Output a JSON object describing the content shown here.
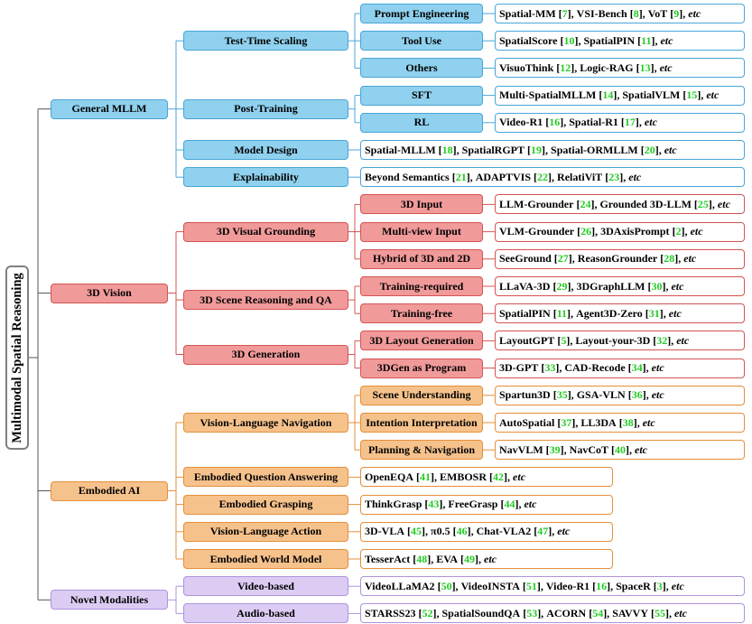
{
  "root": "Multimodal Spatial Reasoning",
  "categories": [
    {
      "id": "mllm",
      "label": "General MLLM",
      "color": "blue",
      "children": [
        {
          "label": "Test-Time Scaling",
          "children": [
            {
              "label": "Prompt Engineering",
              "leaf": [
                "Spatial-MM",
                "7",
                "VSI-Bench",
                "8",
                "VoT",
                "9"
              ]
            },
            {
              "label": "Tool Use",
              "leaf": [
                "SpatialScore",
                "10",
                "SpatialPIN",
                "11"
              ]
            },
            {
              "label": "Others",
              "leaf": [
                "VisuoThink",
                "12",
                "Logic-RAG",
                "13"
              ]
            }
          ]
        },
        {
          "label": "Post-Training",
          "children": [
            {
              "label": "SFT",
              "leaf": [
                "Multi-SpatialMLLM",
                "14",
                "SpatialVLM",
                "15"
              ]
            },
            {
              "label": "RL",
              "leaf": [
                "Video-R1",
                "16",
                "Spatial-R1",
                "17"
              ]
            }
          ]
        },
        {
          "label": "Model Design",
          "leaf": [
            "Spatial-MLLM",
            "18",
            "SpatialRGPT",
            "19",
            "Spatial-ORMLLM",
            "20"
          ]
        },
        {
          "label": "Explainability",
          "leaf": [
            "Beyond Semantics",
            "21",
            "ADAPTVIS",
            "22",
            "RelatiViT",
            "23"
          ]
        }
      ]
    },
    {
      "id": "3dv",
      "label": "3D Vision",
      "color": "red",
      "children": [
        {
          "label": "3D Visual Grounding",
          "children": [
            {
              "label": "3D Input",
              "leaf": [
                "LLM-Grounder",
                "24",
                "Grounded 3D-LLM",
                "25"
              ]
            },
            {
              "label": "Multi-view Input",
              "leaf": [
                "VLM-Grounder",
                "26",
                "3DAxisPrompt",
                "2"
              ]
            },
            {
              "label": "Hybrid of 3D and 2D",
              "leaf": [
                "SeeGround",
                "27",
                "ReasonGrounder",
                "28"
              ]
            }
          ]
        },
        {
          "label": "3D Scene Reasoning and QA",
          "children": [
            {
              "label": "Training-required",
              "leaf": [
                "LLaVA-3D",
                "29",
                "3DGraphLLM",
                "30"
              ]
            },
            {
              "label": "Training-free",
              "leaf": [
                "SpatialPIN",
                "11",
                "Agent3D-Zero",
                "31"
              ]
            }
          ]
        },
        {
          "label": "3D Generation",
          "children": [
            {
              "label": "3D Layout Generation",
              "leaf": [
                "LayoutGPT",
                "5",
                "Layout-your-3D",
                "32"
              ]
            },
            {
              "label": "3DGen as Program",
              "leaf": [
                "3D-GPT",
                "33",
                "CAD-Recode",
                "34"
              ]
            }
          ]
        }
      ]
    },
    {
      "id": "eai",
      "label": "Embodied AI",
      "color": "orange",
      "children": [
        {
          "label": "Vision-Language Navigation",
          "children": [
            {
              "label": "Scene Understanding",
              "leaf": [
                "Spartun3D",
                "35",
                "GSA-VLN",
                "36"
              ]
            },
            {
              "label": "Intention Interpretation",
              "leaf": [
                "AutoSpatial",
                "37",
                "LL3DA",
                "38"
              ]
            },
            {
              "label": "Planning & Navigation",
              "leaf": [
                "NavVLM",
                "39",
                "NavCoT",
                "40"
              ]
            }
          ]
        },
        {
          "label": "Embodied Question Answering",
          "leaf": [
            "OpenEQA",
            "41",
            "EMBOSR",
            "42"
          ]
        },
        {
          "label": "Embodied Grasping",
          "leaf": [
            "ThinkGrasp",
            "43",
            "FreeGrasp",
            "44"
          ]
        },
        {
          "label": "Vision-Language Action",
          "leaf": [
            "3D-VLA",
            "45",
            "π0.5",
            "46",
            "Chat-VLA2",
            "47"
          ]
        },
        {
          "label": "Embodied World Model",
          "leaf": [
            "TesserAct",
            "48",
            "EVA",
            "49"
          ]
        }
      ]
    },
    {
      "id": "nm",
      "label": "Novel Modalities",
      "color": "purple",
      "children": [
        {
          "label": "Video-based",
          "leaf": [
            "VideoLLaMA2",
            "50",
            "VideoINSTA",
            "51",
            "Video-R1",
            "16",
            "SpaceR",
            "3"
          ]
        },
        {
          "label": "Audio-based",
          "leaf": [
            "STARSS23",
            "52",
            "SpatialSoundQA",
            "53",
            "ACORN",
            "54",
            "SAVVY",
            "55"
          ]
        }
      ]
    }
  ],
  "etc_label": "etc",
  "colors": {
    "blue": "#8fd1ee",
    "blue_border": "#4aa6d8",
    "red": "#f19a9a",
    "red_border": "#d45454",
    "orange": "#f6c28c",
    "orange_border": "#e58f3a",
    "purple": "#dcccf3",
    "purple_border": "#ae93dc",
    "citation": "#22cc22",
    "link": "#555555"
  }
}
